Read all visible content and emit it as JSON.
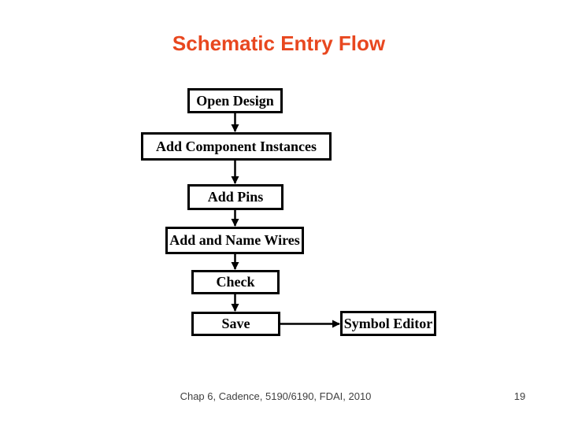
{
  "slide": {
    "title": "Schematic Entry Flow",
    "footer": "Chap 6, Cadence, 5190/6190, FDAI, 2010",
    "page_number": "19"
  },
  "colors": {
    "title_text": "#E8471F",
    "box_border": "#000000",
    "box_background": "#FFFFFF",
    "box_text": "#000000",
    "connector": "#000000",
    "footer_text": "#3F3F3F",
    "background": "#FFFFFF"
  },
  "flowchart": {
    "nodes": [
      {
        "id": "open-design",
        "label": "Open Design"
      },
      {
        "id": "add-component-instances",
        "label": "Add Component Instances"
      },
      {
        "id": "add-pins",
        "label": "Add Pins"
      },
      {
        "id": "add-and-name-wires",
        "label": "Add and Name Wires"
      },
      {
        "id": "check",
        "label": "Check"
      },
      {
        "id": "save",
        "label": "Save"
      },
      {
        "id": "symbol-editor",
        "label": "Symbol Editor"
      }
    ],
    "edges": [
      {
        "from": "open-design",
        "to": "add-component-instances",
        "direction": "down"
      },
      {
        "from": "add-component-instances",
        "to": "add-pins",
        "direction": "down"
      },
      {
        "from": "add-pins",
        "to": "add-and-name-wires",
        "direction": "down"
      },
      {
        "from": "add-and-name-wires",
        "to": "check",
        "direction": "down"
      },
      {
        "from": "check",
        "to": "save",
        "direction": "down"
      },
      {
        "from": "save",
        "to": "symbol-editor",
        "direction": "right"
      }
    ]
  }
}
